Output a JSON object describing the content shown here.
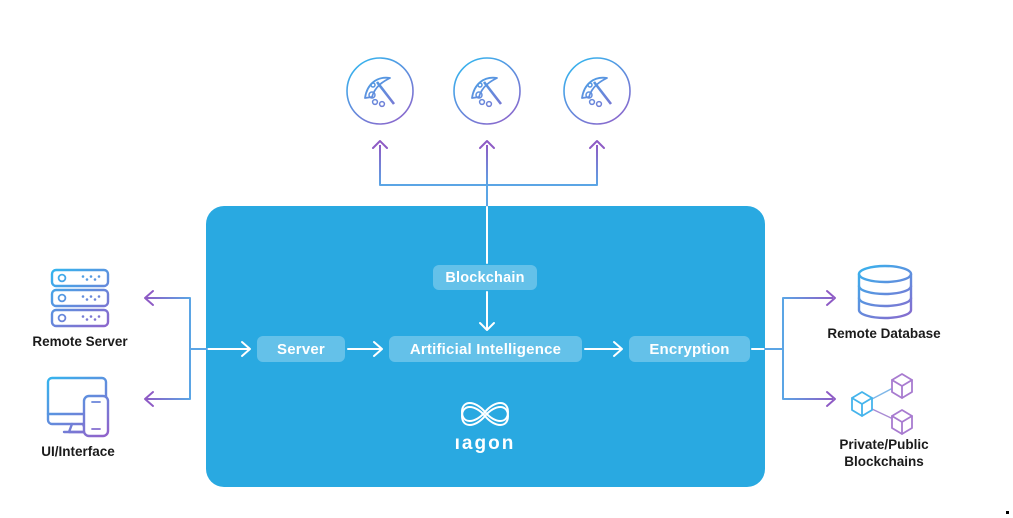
{
  "core": {
    "brand": "ıagon",
    "chips": {
      "blockchain": "Blockchain",
      "server": "Server",
      "artificial_intelligence": "Artificial Intelligence",
      "encryption": "Encryption"
    }
  },
  "left_nodes": {
    "remote_server": "Remote Server",
    "ui_interface": "UI/Interface"
  },
  "right_nodes": {
    "remote_database": "Remote Database",
    "private_public_line1": "Private/Public",
    "private_public_line2": "Blockchains"
  },
  "miners": {
    "count": 3,
    "icon": "pickaxe-icon"
  },
  "colors": {
    "core_box_blue": "#29A9E1",
    "connector_blue": "#5BA5E5",
    "connector_purple": "#8E5BC5",
    "icon_gradient_start": "#35B4EE",
    "icon_gradient_end": "#9063CB",
    "label_text": "#1B1B1B",
    "chip_text": "#FFFFFF"
  }
}
